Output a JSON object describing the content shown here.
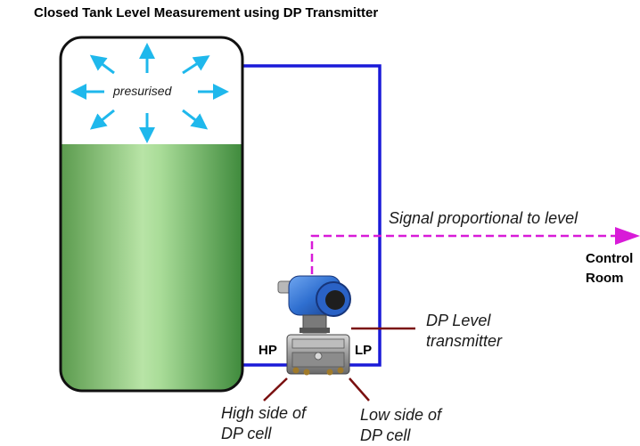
{
  "title": "Closed Tank Level Measurement using DP Transmitter",
  "tank": {
    "vapour_label": "presurised",
    "liquid_color": "#4a9a4a",
    "shell_color": "#111111"
  },
  "signal": {
    "label": "Signal proportional to level",
    "destination_line1": "Control",
    "destination_line2": "Room",
    "color": "#d81bd8"
  },
  "impulse_line_color": "#1a1ad8",
  "pressure_arrow_color": "#1fb8ec",
  "transmitter": {
    "label_line1": "DP Level",
    "label_line2": "transmitter",
    "hp_label": "HP",
    "lp_label": "LP",
    "body_color": "#2f6fd0"
  },
  "high_side": {
    "line1": "High side of",
    "line2": "DP cell"
  },
  "low_side": {
    "line1": "Low side of",
    "line2": "DP cell"
  },
  "leader_color": "#7a1010"
}
